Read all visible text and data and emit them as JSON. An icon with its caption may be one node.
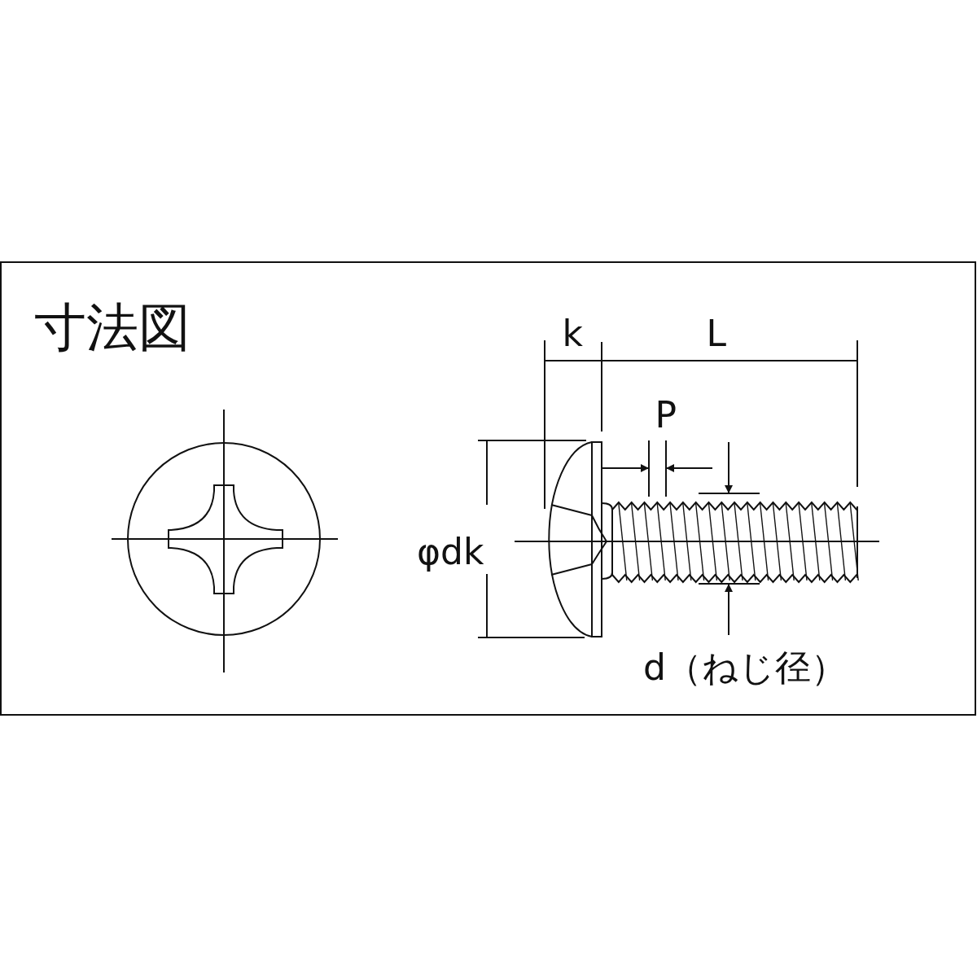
{
  "diagram": {
    "title": "寸法図",
    "labels": [
      "k",
      "L",
      "P",
      "φdk",
      "d（ねじ径）"
    ]
  }
}
